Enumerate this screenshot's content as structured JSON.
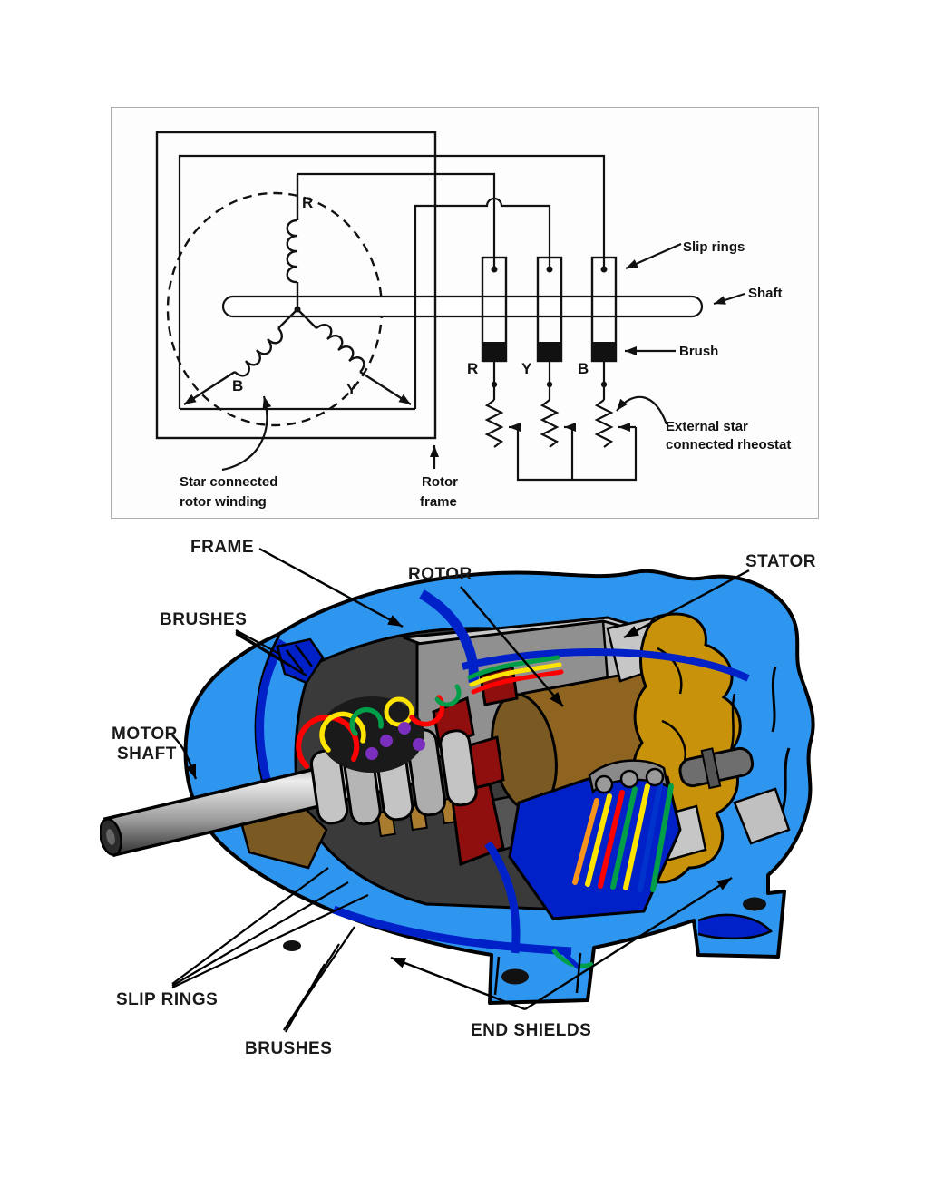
{
  "circuit": {
    "labels": {
      "slip_rings": "Slip rings",
      "shaft": "Shaft",
      "brush": "Brush",
      "rheostat_line1": "External star",
      "rheostat_line2": "connected rheostat",
      "star_winding_line1": "Star connected",
      "star_winding_line2": "rotor winding",
      "rotor_frame_line1": "Rotor",
      "rotor_frame_line2": "frame"
    },
    "phases": {
      "r": "R",
      "y": "Y",
      "b": "B"
    },
    "brush_terminals": {
      "r": "R",
      "y": "Y",
      "b": "B"
    },
    "line_color": "#111111"
  },
  "motor": {
    "labels": {
      "frame": "FRAME",
      "brushes_top": "BRUSHES",
      "rotor": "ROTOR",
      "stator": "STATOR",
      "motor_shaft_line1": "MOTOR",
      "motor_shaft_line2": "SHAFT",
      "slip_rings": "SLIP RINGS",
      "brushes_bottom": "BRUSHES",
      "end_shields": "END SHIELDS"
    },
    "colors": {
      "body_blue": "#2E96EF",
      "accent_navy": "#0020C8",
      "stator_gold": "#C8920A",
      "rotor_brown": "#8F6420",
      "fan_red": "#8F0E0E",
      "metal_gray": "#C4C4C4",
      "wire_red": "#FF0000",
      "wire_yellow": "#FFE400",
      "wire_green": "#009E49",
      "wire_purple": "#7B2FBE",
      "wire_orange": "#F7941D"
    }
  }
}
